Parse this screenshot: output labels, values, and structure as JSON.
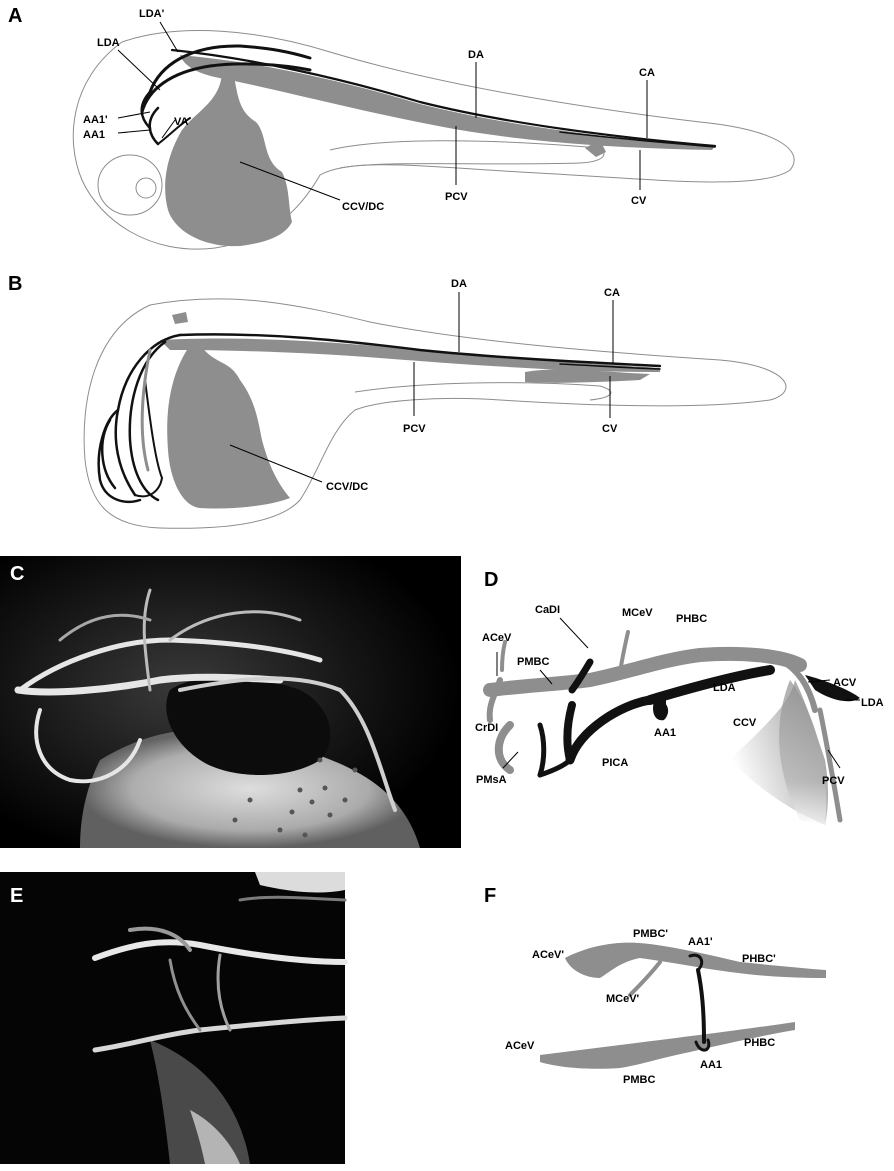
{
  "panels": {
    "a": {
      "letter": "A",
      "labels": {
        "lda_prime": "LDA'",
        "lda": "LDA",
        "aa1_prime": "AA1'",
        "aa1": "AA1",
        "va": "VA",
        "da": "DA",
        "ca": "CA",
        "pcv": "PCV",
        "cv": "CV",
        "ccv_dc": "CCV/DC"
      }
    },
    "b": {
      "letter": "B",
      "labels": {
        "da": "DA",
        "ca": "CA",
        "pcv": "PCV",
        "cv": "CV",
        "ccv_dc": "CCV/DC"
      }
    },
    "c": {
      "letter": "C"
    },
    "d": {
      "letter": "D",
      "labels": {
        "acev": "ACeV",
        "cadi": "CaDI",
        "mcev": "MCeV",
        "phbc": "PHBC",
        "pmbc": "PMBC",
        "acv": "ACV",
        "lda_left": "LDA",
        "lda_right": "LDA",
        "aa1": "AA1",
        "crdi": "CrDI",
        "ccv": "CCV",
        "pica": "PICA",
        "pmsa": "PMsA",
        "pcv": "PCV"
      }
    },
    "e": {
      "letter": "E"
    },
    "f": {
      "letter": "F",
      "labels": {
        "pmbc_prime": "PMBC'",
        "aa1_prime": "AA1'",
        "acev_prime": "ACeV'",
        "phbc_prime": "PHBC'",
        "mcev_prime": "MCeV'",
        "acev": "ACeV",
        "phbc": "PHBC",
        "aa1": "AA1",
        "pmbc": "PMBC"
      }
    }
  }
}
